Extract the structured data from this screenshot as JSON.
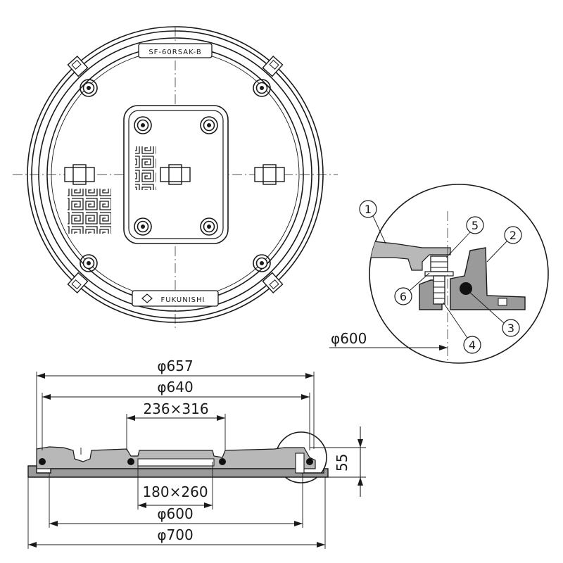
{
  "lid": {
    "model_code": "SF-60RSAK-B",
    "maker": "FUKUNISHI"
  },
  "detail": {
    "callouts": [
      "1",
      "2",
      "3",
      "4",
      "5",
      "6"
    ],
    "dim_label": "φ600"
  },
  "dimensions": {
    "outer_rim": "φ657",
    "lid_diameter": "φ640",
    "inner_lid_outer": "236×316",
    "inner_lid_opening": "180×260",
    "frame_bore": "φ600",
    "frame_outer": "φ700",
    "height": "55"
  },
  "colors": {
    "line": "#1a1a1a",
    "section_fill": "#9a9a9a"
  }
}
